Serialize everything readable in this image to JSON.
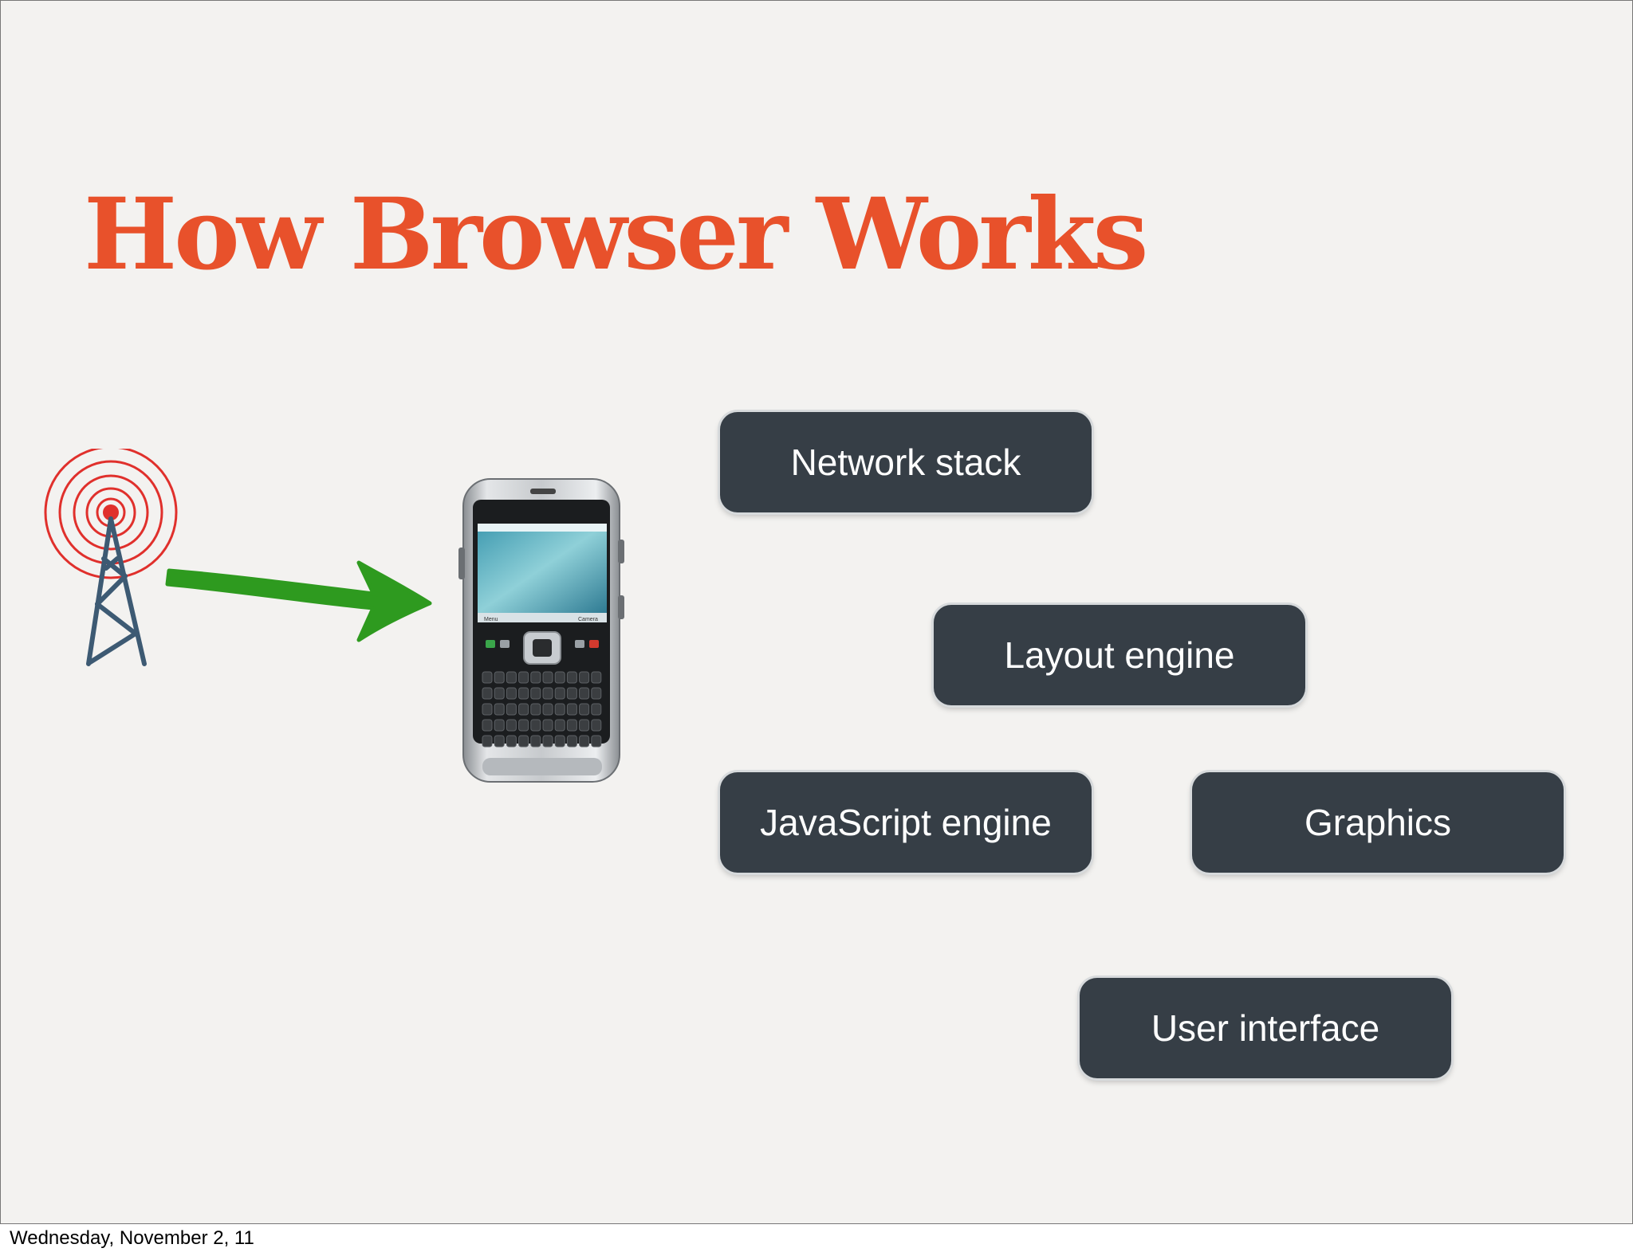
{
  "slide": {
    "title": "How Browser Works",
    "components": [
      {
        "label": "Network stack"
      },
      {
        "label": "Layout engine"
      },
      {
        "label": "JavaScript engine"
      },
      {
        "label": "Graphics"
      },
      {
        "label": "User interface"
      }
    ],
    "phone_keys": {
      "left_softkey": "Menu",
      "right_softkey": "Camera"
    }
  },
  "footer": {
    "date": "Wednesday, November 2, 11"
  },
  "colors": {
    "title": "#e8512b",
    "box": "#363e46",
    "arrow": "#2e9a1f",
    "tower": "#3d5a73",
    "signal": "#e0302c"
  },
  "icons": [
    "antenna-tower-icon",
    "signal-arrow-icon",
    "mobile-phone-icon"
  ]
}
